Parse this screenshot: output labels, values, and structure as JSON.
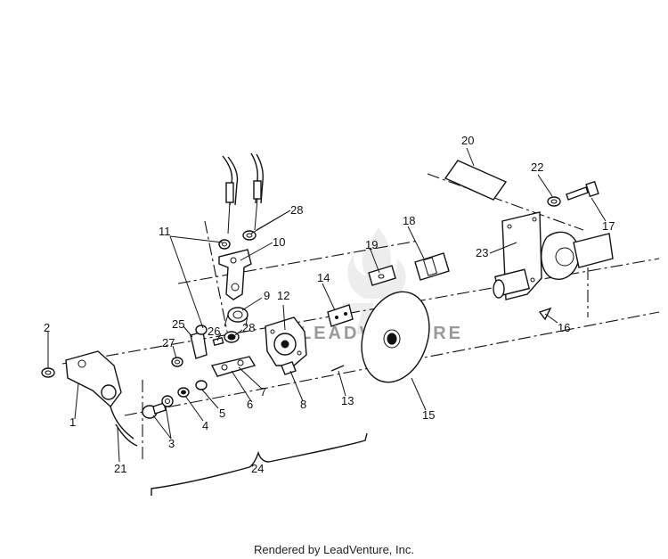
{
  "diagram": {
    "callouts": [
      "1",
      "2",
      "3",
      "4",
      "5",
      "6",
      "7",
      "8",
      "9",
      "10",
      "11",
      "12",
      "13",
      "14",
      "15",
      "16",
      "17",
      "18",
      "19",
      "20",
      "21",
      "22",
      "23",
      "24",
      "25",
      "26",
      "27",
      "28"
    ],
    "credit": "Rendered by LeadVenture, Inc.",
    "watermark_text": "LEADVENTURE",
    "colors": {
      "ink": "#111111",
      "background": "#ffffff",
      "watermark": "#999999"
    }
  }
}
